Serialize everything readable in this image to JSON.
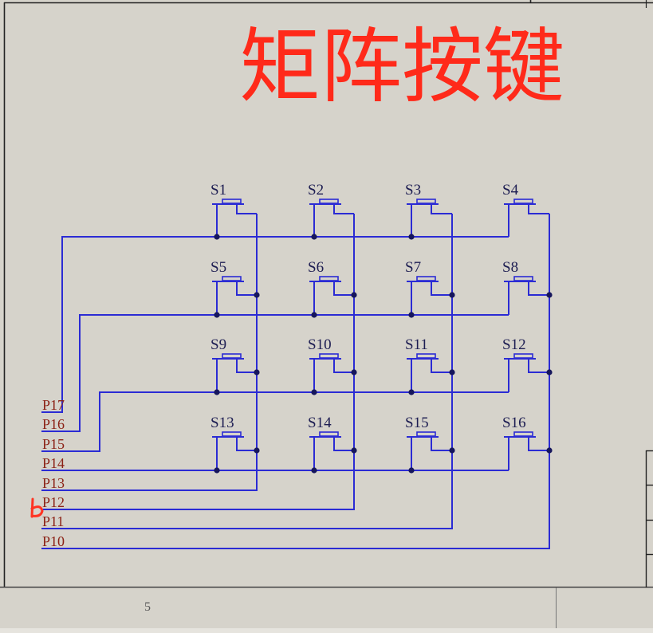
{
  "title": "矩阵按键",
  "keypad": {
    "rows": [
      [
        "S1",
        "S2",
        "S3",
        "S4"
      ],
      [
        "S5",
        "S6",
        "S7",
        "S8"
      ],
      [
        "S9",
        "S10",
        "S11",
        "S12"
      ],
      [
        "S13",
        "S14",
        "S15",
        "S16"
      ]
    ]
  },
  "row_pins": [
    "P17",
    "P16",
    "P15",
    "P14"
  ],
  "column_pins": [
    "P13",
    "P12",
    "P11",
    "P10"
  ],
  "footer": {
    "page_number": "5"
  },
  "colors": {
    "background": "#d6d3cb",
    "title": "#ff2a1a",
    "wire": "#2b2bd4",
    "junction": "#16165c",
    "switch_label": "#1d1d52",
    "pin_label": "#8c2216",
    "annotation": "#ff3422",
    "frame": "#222222",
    "footer_text": "#5a5a5a"
  }
}
